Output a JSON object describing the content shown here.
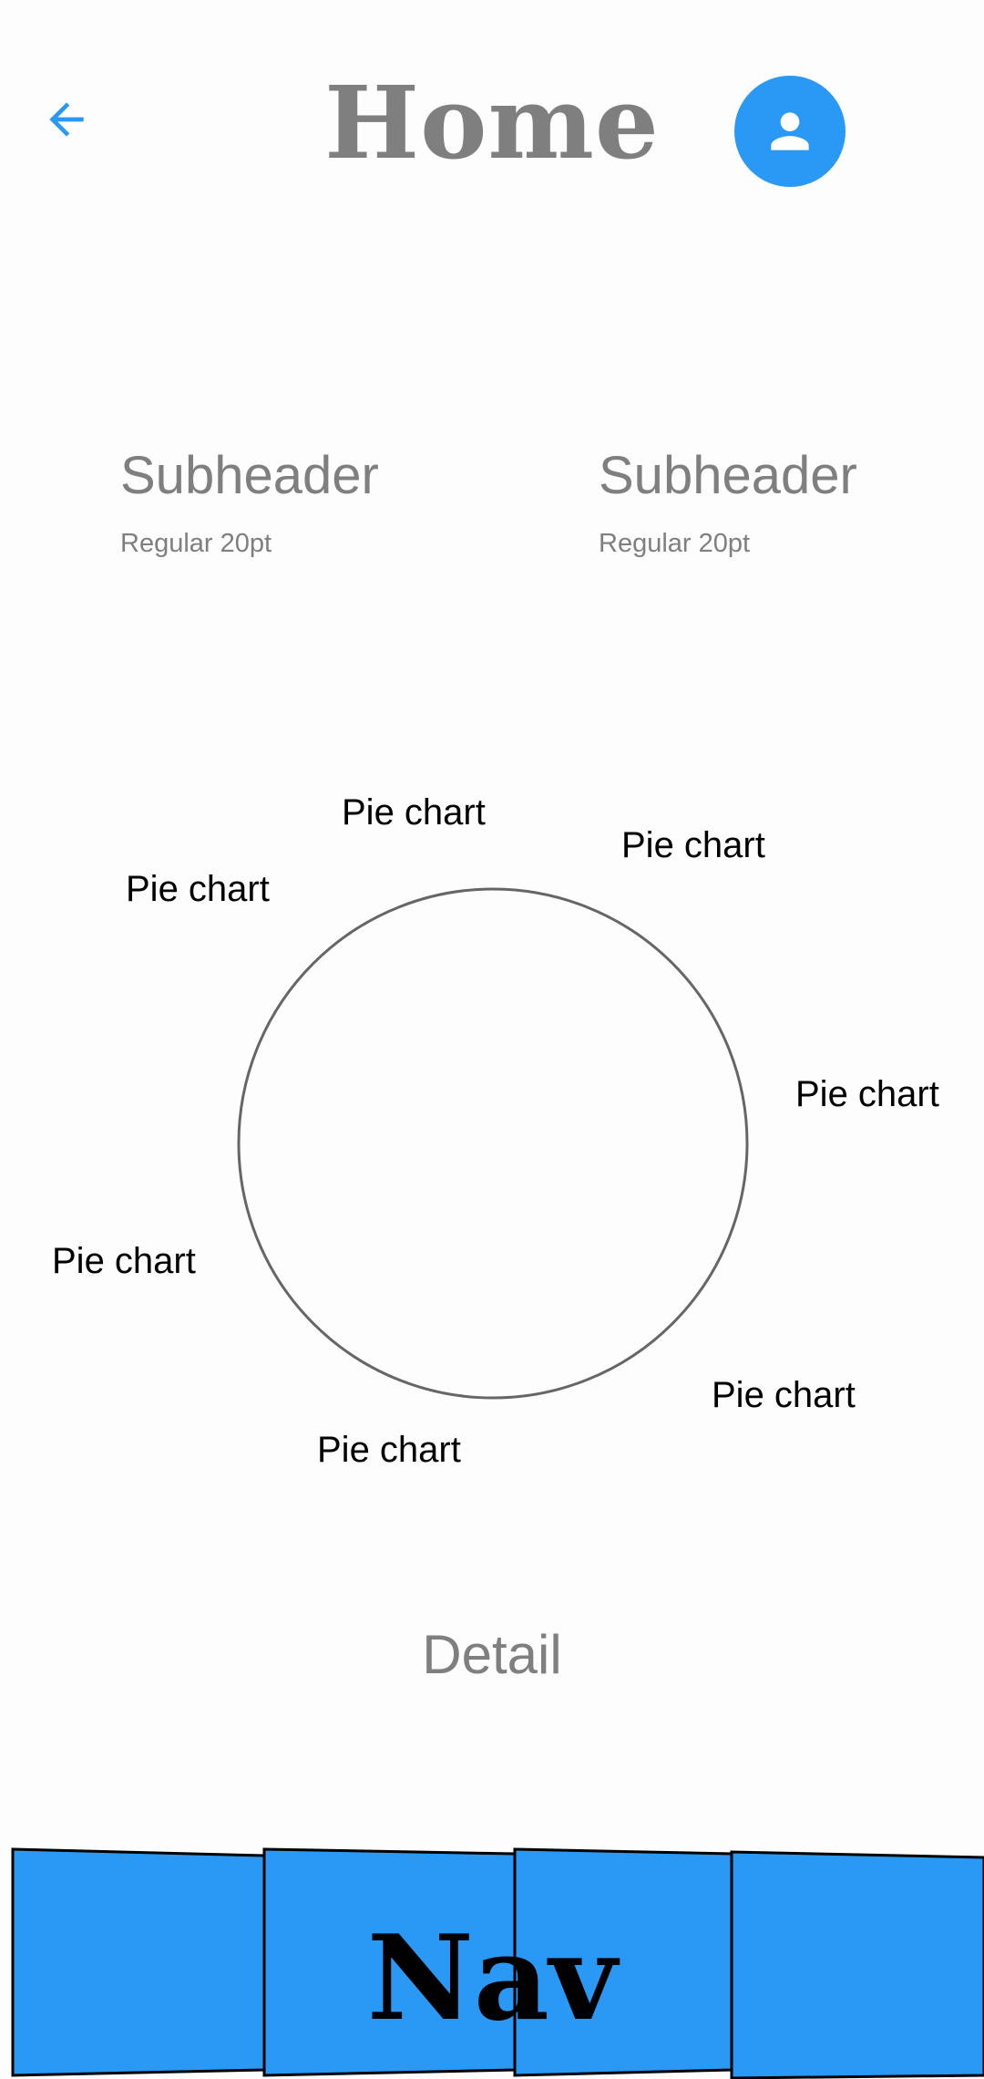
{
  "header": {
    "title": "Home",
    "back_icon": "arrow-left-icon",
    "avatar_icon": "person-icon",
    "accent_color": "#2a99f5"
  },
  "subheaders": [
    {
      "title": "Subheader",
      "label": "Regular 20pt"
    },
    {
      "title": "Subheader",
      "label": "Regular 20pt"
    }
  ],
  "chart_data": {
    "type": "pie",
    "labels": [
      "Pie chart",
      "Pie chart",
      "Pie chart",
      "Pie chart",
      "Pie chart",
      "Pie chart",
      "Pie chart"
    ],
    "values": []
  },
  "detail": "Detail",
  "nav": {
    "label": "Nav",
    "color": "#2a99f5"
  }
}
